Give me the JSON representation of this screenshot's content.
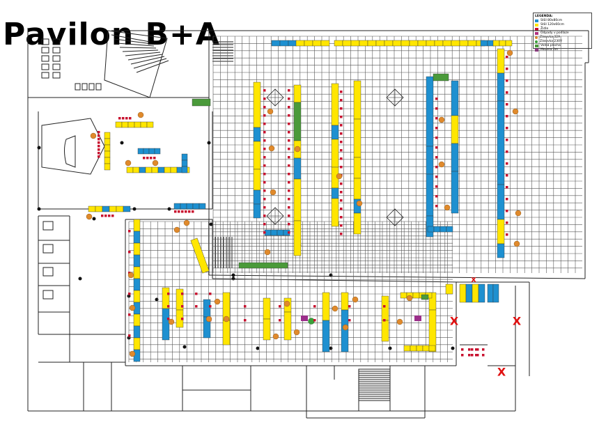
{
  "title": "Pavilon B+A",
  "legend": {
    "heading": "LEGENDA:",
    "items": [
      {
        "label": "Stůl 80x80cm",
        "color": "#1e90d0",
        "kind": "square"
      },
      {
        "label": "Stůl 120x60cm",
        "color": "#ffe600",
        "kind": "square"
      },
      {
        "label": "Židle",
        "color": "#c8102e",
        "kind": "square"
      },
      {
        "label": "Odpady v podlaze",
        "color": "#b03080",
        "kind": "square"
      },
      {
        "label": "Zásuvka 32A",
        "color": "#e08a2c",
        "kind": "dot"
      },
      {
        "label": "Zásuvka 230V",
        "color": "#3aa03a",
        "kind": "dot"
      },
      {
        "label": "Volná plocha",
        "color": "#4a9a3a",
        "kind": "square"
      },
      {
        "label": "Mezera 2m",
        "color": "#9b2e8a",
        "kind": "square"
      }
    ]
  },
  "colors": {
    "blue": "#1e90d0",
    "yellow": "#ffe600",
    "red": "#c8102e",
    "orange": "#e08a2c",
    "green": "#4a9a3a",
    "purple": "#9b2e8a",
    "exit": "#e01010"
  },
  "exit_marker": "X"
}
